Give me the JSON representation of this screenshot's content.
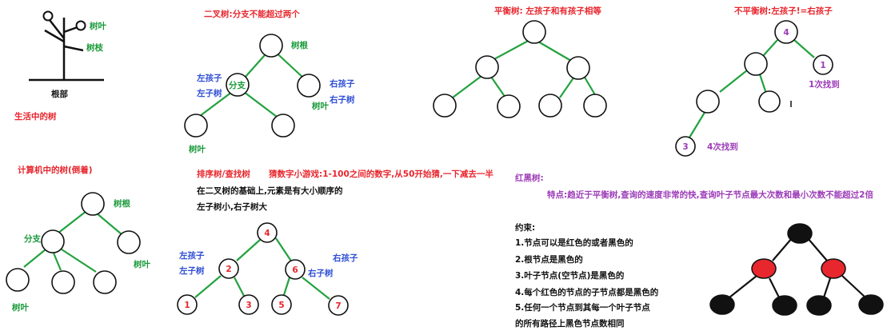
{
  "colors": {
    "red": "#e8262d",
    "green": "#1a9a3a",
    "blue": "#2f4fd6",
    "purple": "#9c3bb8",
    "edge_green": "#22a23f",
    "black": "#111111"
  },
  "natural_tree": {
    "leaf_label": "树叶",
    "branch_label": "树枝",
    "root_label": "根部",
    "caption": "生活中的树"
  },
  "binary_tree": {
    "title": "二叉树:分支不能超过两个",
    "root_label": "树根",
    "left_child": "左孩子",
    "left_subtree": "左子树",
    "branch_node": "分支",
    "right_child": "右孩子",
    "right_subtree": "右子树",
    "leaf_label_right": "树叶",
    "leaf_label_bottom": "树叶"
  },
  "balanced_tree": {
    "title": "平衡树: 左孩子和有孩子相等"
  },
  "unbalanced_tree": {
    "title": "不平衡树:左孩子!=右孩子",
    "root_value": "4",
    "right_value": "1",
    "right_note": "1次找到",
    "deep_value": "3",
    "deep_note": "4次找到"
  },
  "computer_tree": {
    "caption": "计算机中的树(倒着)",
    "root_label": "树根",
    "branch_label": "分支",
    "right_leaf_label": "树叶",
    "bottom_leaf_label": "树叶"
  },
  "sorted_tree": {
    "title": "排序树/查找树",
    "game": "猜数字小游戏:1-100之间的数字,从50开始猜,一下减去一半",
    "line1": "在二叉树的基础上,元素是有大小顺序的",
    "line2": "左子树小,右子树大",
    "left_child": "左孩子",
    "left_subtree": "左子树",
    "right_child": "右孩子",
    "right_subtree": "右子树",
    "values": {
      "root": "4",
      "left": "2",
      "right": "6",
      "ll": "1",
      "lr": "3",
      "rl": "5",
      "rr": "7"
    }
  },
  "red_black_tree": {
    "title": "红黑树:",
    "feature": "特点:趋近于平衡树,查询的速度非常的快,查询叶子节点最大次数和最小次数不能超过2倍",
    "constraints_title": "约束:",
    "constraints": [
      "1.节点可以是红色的或者黑色的",
      "2.根节点是黑色的",
      "3.叶子节点(空节点)是黑色的",
      "4.每个红色的节点的子节点都是黑色的",
      "5.任何一个节点到其每一个叶子节点",
      "的所有路径上黑色节点数相同"
    ],
    "node_colors": {
      "root": "#111111",
      "level1": "#e8262d",
      "leaves": "#111111"
    }
  }
}
